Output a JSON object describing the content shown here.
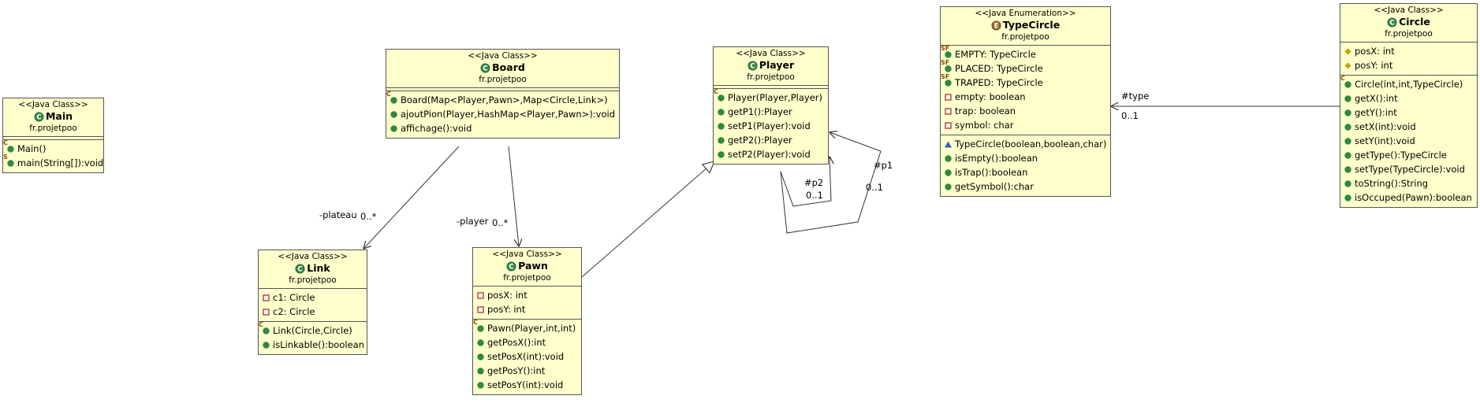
{
  "colors": {
    "class_fill": "#ffffcc",
    "border": "#555555",
    "public": "#2f8a3c",
    "private": "#b03030",
    "protected": "#c8a000",
    "package": "#2d5fbf",
    "enum_icon": "#8a4f00"
  },
  "classes": {
    "main": {
      "stereotype": "<<Java Class>>",
      "name": "Main",
      "package": "fr.projetpoo",
      "kind_icon": "class-icon",
      "attributes": [],
      "operations": [
        {
          "text": "Main()",
          "vis": "public",
          "mod": "C"
        },
        {
          "text": "main(String[]):void",
          "vis": "public",
          "mod": "S"
        }
      ]
    },
    "board": {
      "stereotype": "<<Java Class>>",
      "name": "Board",
      "package": "fr.projetpoo",
      "kind_icon": "class-icon",
      "attributes": [],
      "operations": [
        {
          "text": "Board(Map<Player,Pawn>,Map<Circle,Link>)",
          "vis": "public",
          "mod": "C"
        },
        {
          "text": "ajoutPion(Player,HashMap<Player,Pawn>):void",
          "vis": "public",
          "mod": ""
        },
        {
          "text": "affichage():void",
          "vis": "public",
          "mod": ""
        }
      ]
    },
    "link": {
      "stereotype": "<<Java Class>>",
      "name": "Link",
      "package": "fr.projetpoo",
      "kind_icon": "class-icon",
      "attributes": [
        {
          "text": "c1: Circle",
          "vis": "private",
          "mod": ""
        },
        {
          "text": "c2: Circle",
          "vis": "private",
          "mod": ""
        }
      ],
      "operations": [
        {
          "text": "Link(Circle,Circle)",
          "vis": "public",
          "mod": "C"
        },
        {
          "text": "isLinkable():boolean",
          "vis": "public",
          "mod": ""
        }
      ]
    },
    "pawn": {
      "stereotype": "<<Java Class>>",
      "name": "Pawn",
      "package": "fr.projetpoo",
      "kind_icon": "class-icon",
      "attributes": [
        {
          "text": "posX: int",
          "vis": "private",
          "mod": ""
        },
        {
          "text": "posY: int",
          "vis": "private",
          "mod": ""
        }
      ],
      "operations": [
        {
          "text": "Pawn(Player,int,int)",
          "vis": "public",
          "mod": "C"
        },
        {
          "text": "getPosX():int",
          "vis": "public",
          "mod": ""
        },
        {
          "text": "setPosX(int):void",
          "vis": "public",
          "mod": ""
        },
        {
          "text": "getPosY():int",
          "vis": "public",
          "mod": ""
        },
        {
          "text": "setPosY(int):void",
          "vis": "public",
          "mod": ""
        }
      ]
    },
    "player": {
      "stereotype": "<<Java Class>>",
      "name": "Player",
      "package": "fr.projetpoo",
      "kind_icon": "class-icon",
      "attributes": [],
      "operations": [
        {
          "text": "Player(Player,Player)",
          "vis": "public",
          "mod": "C"
        },
        {
          "text": "getP1():Player",
          "vis": "public",
          "mod": ""
        },
        {
          "text": "setP1(Player):void",
          "vis": "public",
          "mod": ""
        },
        {
          "text": "getP2():Player",
          "vis": "public",
          "mod": ""
        },
        {
          "text": "setP2(Player):void",
          "vis": "public",
          "mod": ""
        }
      ]
    },
    "typecircle": {
      "stereotype": "<<Java Enumeration>>",
      "name": "TypeCircle",
      "package": "fr.projetpoo",
      "kind_icon": "enum-icon",
      "attributes": [
        {
          "text": "EMPTY: TypeCircle",
          "vis": "public",
          "mod": "SF"
        },
        {
          "text": "PLACED: TypeCircle",
          "vis": "public",
          "mod": "SF"
        },
        {
          "text": "TRAPED: TypeCircle",
          "vis": "public",
          "mod": "SF"
        },
        {
          "text": "empty: boolean",
          "vis": "private",
          "mod": ""
        },
        {
          "text": "trap: boolean",
          "vis": "private",
          "mod": ""
        },
        {
          "text": "symbol: char",
          "vis": "private",
          "mod": ""
        }
      ],
      "operations": [
        {
          "text": "TypeCircle(boolean,boolean,char)",
          "vis": "package",
          "mod": ""
        },
        {
          "text": "isEmpty():boolean",
          "vis": "public",
          "mod": ""
        },
        {
          "text": "isTrap():boolean",
          "vis": "public",
          "mod": ""
        },
        {
          "text": "getSymbol():char",
          "vis": "public",
          "mod": ""
        }
      ]
    },
    "circle": {
      "stereotype": "<<Java Class>>",
      "name": "Circle",
      "package": "fr.projetpoo",
      "kind_icon": "class-icon",
      "attributes": [
        {
          "text": "posX: int",
          "vis": "protected",
          "mod": ""
        },
        {
          "text": "posY: int",
          "vis": "protected",
          "mod": ""
        }
      ],
      "operations": [
        {
          "text": "Circle(int,int,TypeCircle)",
          "vis": "public",
          "mod": "C"
        },
        {
          "text": "getX():int",
          "vis": "public",
          "mod": ""
        },
        {
          "text": "getY():int",
          "vis": "public",
          "mod": ""
        },
        {
          "text": "setX(int):void",
          "vis": "public",
          "mod": ""
        },
        {
          "text": "setY(int):void",
          "vis": "public",
          "mod": ""
        },
        {
          "text": "getType():TypeCircle",
          "vis": "public",
          "mod": ""
        },
        {
          "text": "setType(TypeCircle):void",
          "vis": "public",
          "mod": ""
        },
        {
          "text": "toString():String",
          "vis": "public",
          "mod": ""
        },
        {
          "text": "isOccuped(Pawn):boolean",
          "vis": "public",
          "mod": ""
        }
      ]
    }
  },
  "edge_labels": {
    "plateau_role": "-plateau",
    "plateau_mult": "0..*",
    "player_role": "-player",
    "player_mult": "0..*",
    "p2_role": "#p2",
    "p2_mult": "0..1",
    "p1_role": "#p1",
    "p1_mult": "0..1",
    "type_role": "#type",
    "type_mult": "0..1"
  }
}
